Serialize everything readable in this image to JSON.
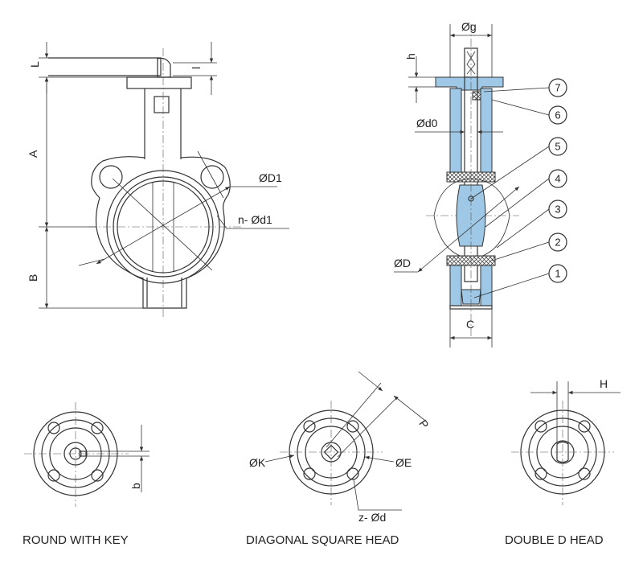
{
  "dimensions": {
    "L": "L",
    "l": "l",
    "A": "A",
    "B": "B",
    "D1": "ØD1",
    "nd1": "n-  Ød1",
    "g": "Øg",
    "h": "h",
    "d0": "Ød0",
    "D": "ØD",
    "C": "C",
    "b": "b",
    "P": "P",
    "K": "ØK",
    "E": "ØE",
    "zd": "z- Ød",
    "H": "H"
  },
  "callouts": [
    "7",
    "6",
    "5",
    "4",
    "3",
    "2",
    "1"
  ],
  "captions": {
    "round_key": "ROUND WITH KEY",
    "diagonal_square": "DIAGONAL SQUARE HEAD",
    "double_d": "DOUBLE D HEAD"
  },
  "colors": {
    "section_fill": "#9ec8e6",
    "line": "#333333"
  }
}
